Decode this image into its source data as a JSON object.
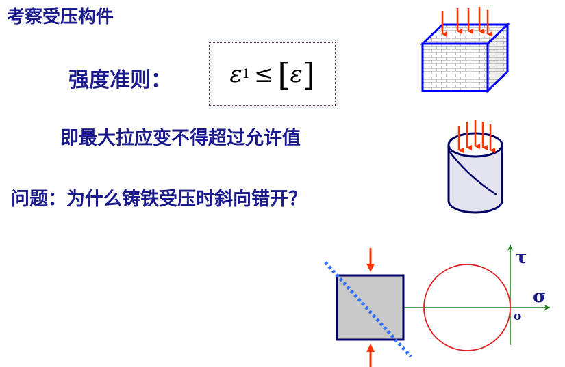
{
  "slide": {
    "title": "考察受压构件",
    "criterion_label": "强度准则：",
    "formula": {
      "symbol": "ε",
      "subscript": "1",
      "relation": "≤",
      "bracket_open": "[",
      "bound": "ε",
      "bracket_close": "]"
    },
    "meaning": "即最大拉应变不得超过允许值",
    "question": "问题：为什么铸铁受压时斜向错开？"
  },
  "mohr": {
    "tau_label": "τ",
    "sigma_label": "σ",
    "origin_label": "o"
  },
  "colors": {
    "text": "#1a1a8c",
    "arrow": "#ff3300",
    "block_edge": "#0000ff",
    "circle": "#e02020",
    "axis": "#1a7a1a",
    "dashed_line": "#2f6fff",
    "element_fill": "#c8c8c8"
  }
}
